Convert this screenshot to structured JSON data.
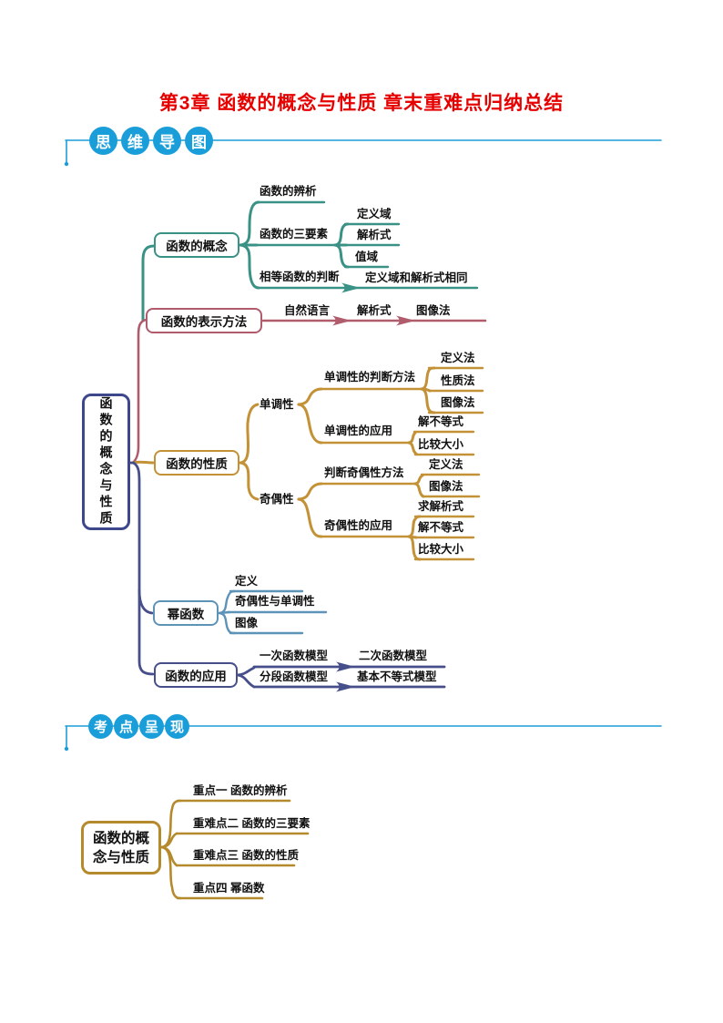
{
  "title": "第3章 函数的概念与性质 章末重难点归纳总结",
  "header1": {
    "chars": [
      "思",
      "维",
      "导",
      "图"
    ]
  },
  "header2": {
    "chars": [
      "考",
      "点",
      "呈",
      "现"
    ]
  },
  "colors": {
    "title_red": "#e60000",
    "accent_blue": "#1a9ed9",
    "teal": "#3a9185",
    "rose": "#b05c6c",
    "gold": "#c39136",
    "steel_blue": "#5e93b8",
    "navy": "#474f8b",
    "map2_gold": "#b58a2d"
  },
  "m1": {
    "root": "函数的概念与性质",
    "b1": {
      "label": "函数的概念",
      "c1": "函数的辨析",
      "c2": "函数的三要素",
      "c2a": "定义域",
      "c2b": "解析式",
      "c2c": "值域",
      "c3": "相等函数的判断",
      "c3a": "定义域和解析式相同"
    },
    "b2": {
      "label": "函数的表示方法",
      "c1": "自然语言",
      "c2": "解析式",
      "c3": "图像法"
    },
    "b3": {
      "label": "函数的性质",
      "c1": "单调性",
      "c1a": "单调性的判断方法",
      "c1a1": "定义法",
      "c1a2": "性质法",
      "c1a3": "图像法",
      "c1b": "单调性的应用",
      "c1b1": "解不等式",
      "c1b2": "比较大小",
      "c2": "奇偶性",
      "c2a": "判断奇偶性方法",
      "c2a1": "定义法",
      "c2a2": "图像法",
      "c2b": "奇偶性的应用",
      "c2b1": "求解析式",
      "c2b2": "解不等式",
      "c2b3": "比较大小"
    },
    "b4": {
      "label": "幂函数",
      "c1": "定义",
      "c2": "奇偶性与单调性",
      "c3": "图像"
    },
    "b5": {
      "label": "函数的应用",
      "c1": "一次函数模型",
      "c1a": "二次函数模型",
      "c2": "分段函数模型",
      "c2a": "基本不等式模型"
    }
  },
  "m2": {
    "root_l1": "函数的概",
    "root_l2": "念与性质",
    "items": [
      "重点一 函数的辨析",
      "重难点二 函数的三要素",
      "重难点三 函数的性质",
      "重点四 幂函数"
    ]
  }
}
